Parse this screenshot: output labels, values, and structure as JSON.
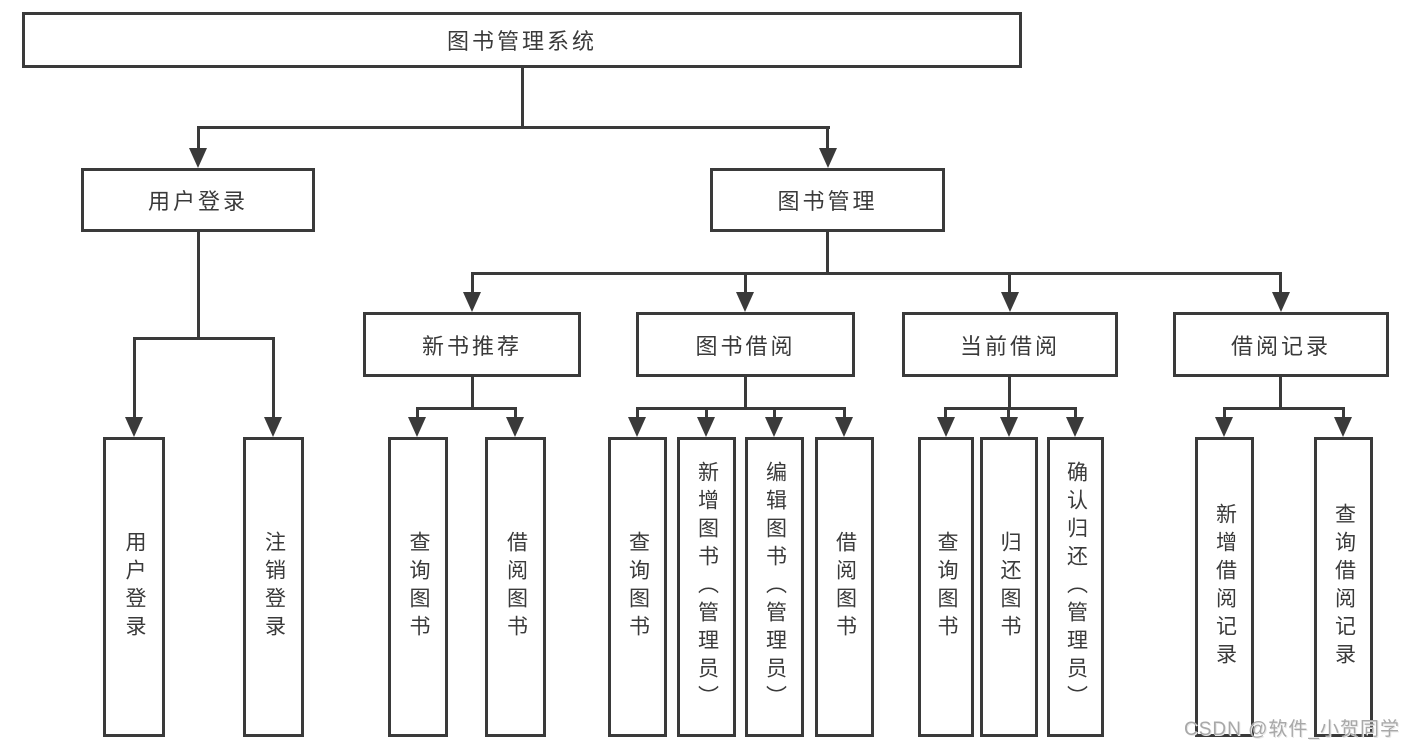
{
  "tree": {
    "root": {
      "label": "图书管理系统",
      "children": [
        {
          "label": "用户登录",
          "children": [
            {
              "label": "用户登录"
            },
            {
              "label": "注销登录"
            }
          ]
        },
        {
          "label": "图书管理",
          "children": [
            {
              "label": "新书推荐",
              "children": [
                {
                  "label": "查询图书"
                },
                {
                  "label": "借阅图书"
                }
              ]
            },
            {
              "label": "图书借阅",
              "children": [
                {
                  "label": "查询图书"
                },
                {
                  "label": "新增图书（管理员）"
                },
                {
                  "label": "编辑图书（管理员）"
                },
                {
                  "label": "借阅图书"
                }
              ]
            },
            {
              "label": "当前借阅",
              "children": [
                {
                  "label": "查询图书"
                },
                {
                  "label": "归还图书"
                },
                {
                  "label": "确认归还（管理员）"
                }
              ]
            },
            {
              "label": "借阅记录",
              "children": [
                {
                  "label": "新增借阅记录"
                },
                {
                  "label": "查询借阅记录"
                }
              ]
            }
          ]
        }
      ]
    }
  },
  "watermark": {
    "text": "CSDN @软件_小贺同学"
  },
  "colors": {
    "line": "#3a3a3a",
    "text": "#3a3a3a",
    "box_background": "#ffffff",
    "watermark": "#a8a8a8"
  }
}
